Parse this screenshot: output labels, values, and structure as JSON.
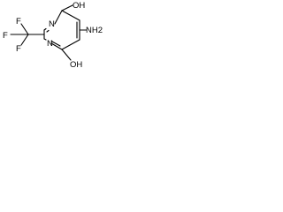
{
  "molecule": {
    "labels": {
      "top_oh": "OH",
      "amino": "NH2",
      "ring_n_top": "N",
      "ring_n_bottom": "N",
      "bottom_oh": "OH",
      "f_top": "F",
      "f_left": "F",
      "f_bottom": "F"
    }
  }
}
